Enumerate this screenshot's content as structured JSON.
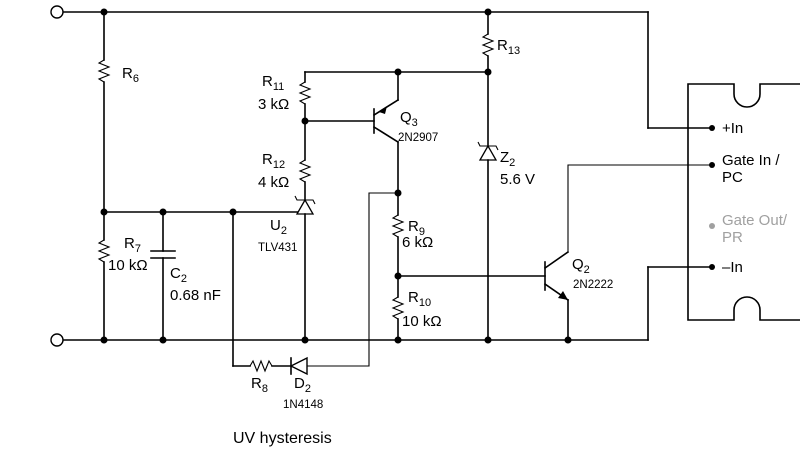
{
  "caption": "UV hysteresis",
  "components": {
    "R6": {
      "ref": "R",
      "sub": "6"
    },
    "R7": {
      "ref": "R",
      "sub": "7",
      "value": "10 kΩ"
    },
    "C2": {
      "ref": "C",
      "sub": "2",
      "value": "0.68 nF"
    },
    "R11": {
      "ref": "R",
      "sub": "11",
      "value": "3 kΩ"
    },
    "R12": {
      "ref": "R",
      "sub": "12",
      "value": "4 kΩ"
    },
    "U2": {
      "ref": "U",
      "sub": "2",
      "part": "TLV431"
    },
    "Q3": {
      "ref": "Q",
      "sub": "3",
      "part": "2N2907"
    },
    "R13": {
      "ref": "R",
      "sub": "13"
    },
    "Z2": {
      "ref": "Z",
      "sub": "2",
      "value": "5.6 V"
    },
    "R9": {
      "ref": "R",
      "sub": "9",
      "value": "6 kΩ"
    },
    "R10": {
      "ref": "R",
      "sub": "10",
      "value": "10 kΩ"
    },
    "Q2": {
      "ref": "Q",
      "sub": "2",
      "part": "2N2222"
    },
    "R8": {
      "ref": "R",
      "sub": "8"
    },
    "D2": {
      "ref": "D",
      "sub": "2",
      "part": "1N4148"
    }
  },
  "module_pins": {
    "plus_in": "+In",
    "gate_in_line1": "Gate In /",
    "gate_in_line2": "PC",
    "gate_out_line1": "Gate Out/",
    "gate_out_line2": "PR",
    "minus_in": "–In"
  },
  "colors": {
    "wire": "#000000",
    "disabled_pin": "#a0a0a0"
  }
}
